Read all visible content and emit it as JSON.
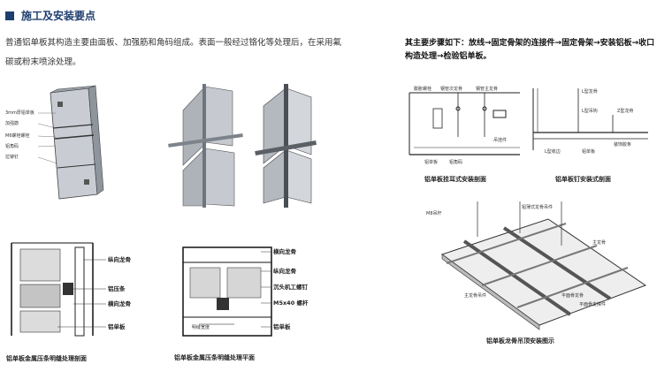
{
  "section": {
    "title": "施工及安装要点"
  },
  "intro": "普通铝单板其构造主要由面板、加强筋和角码组成。表面一般经过铬化等处理后，在采用氟碳或粉末喷涂处理。",
  "steps": "其主要步骤如下：放线→固定骨架的连接件→固定骨架→安装铝板→收口构造处理→检验铝单板。",
  "fig1": {
    "labels": [
      "3mm厚铝单板",
      "加强筋",
      "M6螺栓螺栓",
      "铝角码",
      "拉铆钉"
    ]
  },
  "fig4": {
    "labels": [
      "膨胀螺栓",
      "钢管次龙骨",
      "钢管主龙骨",
      "铝单板",
      "铝角码",
      "吊挂件",
      "L型龙骨",
      "L型吊钩",
      "Z型龙骨",
      "L型收边",
      "铝单板",
      "装饰胶条"
    ],
    "cap_left": "铝单板挂耳式安装剖面",
    "cap_right": "铝单板钉安装式剖面"
  },
  "fig5": {
    "labels": [
      "纵向龙骨",
      "铝压条",
      "横向龙骨",
      "铝单板"
    ],
    "caption": "铝单板金属压条明缝处理剖面"
  },
  "fig6": {
    "labels": [
      "横向龙骨",
      "纵向龙骨",
      "沉头机工螺钉",
      "M5x40 螺杆",
      "铝单板",
      "明缝宽度"
    ],
    "caption": "铝单板金属压条明缝处理平面"
  },
  "fig7": {
    "labels": [
      "M8吊杆",
      "铝薄式龙骨吊件",
      "主龙骨",
      "主龙骨吊件",
      "平面骨龙骨",
      "平面骨支撑件"
    ],
    "caption": "铝单板龙骨吊顶安装图示"
  }
}
